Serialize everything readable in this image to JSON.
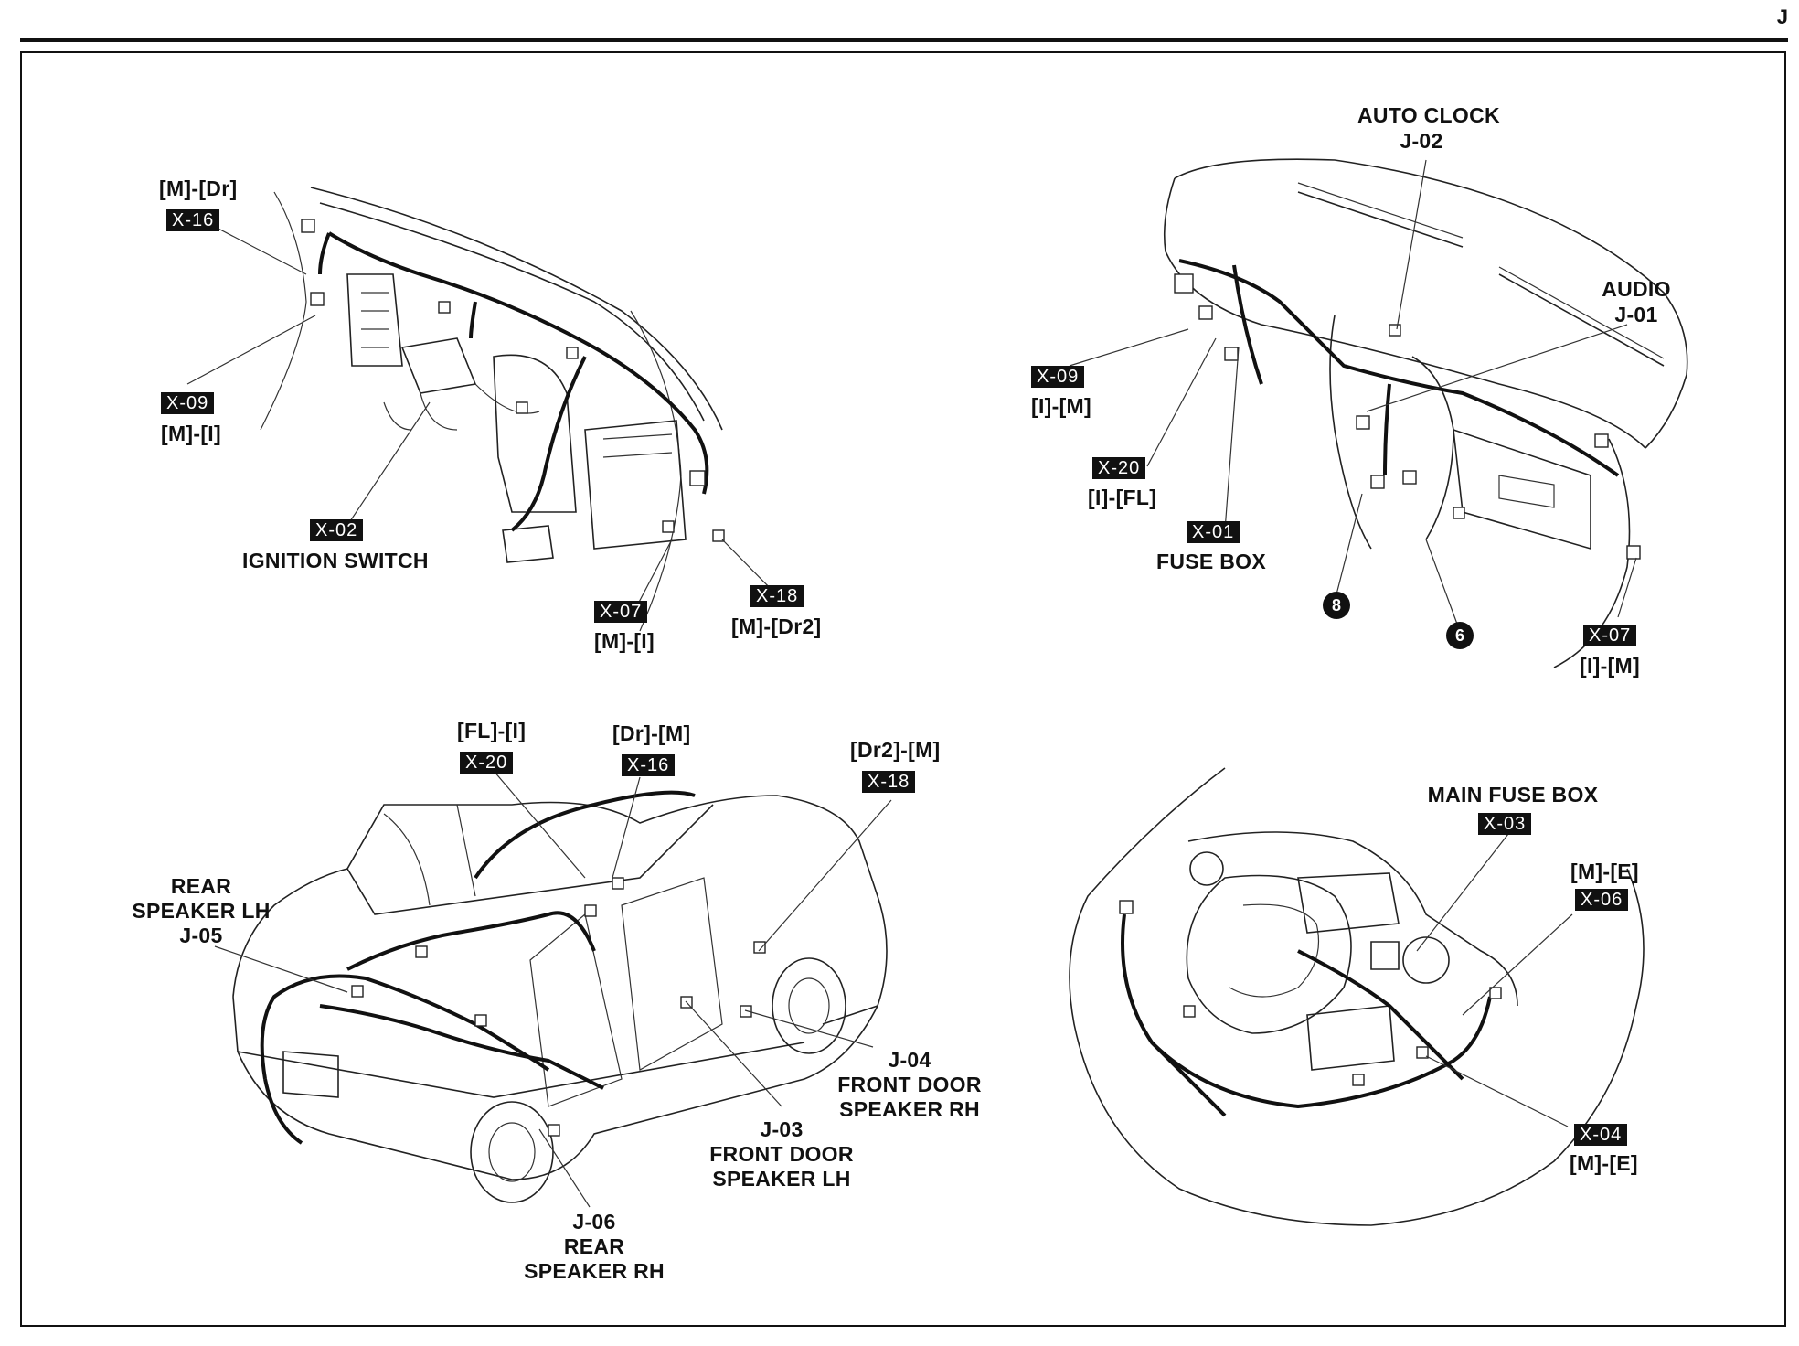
{
  "page": {
    "section_letter": "J"
  },
  "dashboard_left": {
    "x16": {
      "code": "[M]-[Dr]",
      "tag": "X-16"
    },
    "x09": {
      "tag": "X-09",
      "code": "[M]-[I]"
    },
    "x02": {
      "tag": "X-02",
      "name": "IGNITION SWITCH"
    },
    "x07": {
      "tag": "X-07",
      "code": "[M]-[I]"
    },
    "x18": {
      "tag": "X-18",
      "code": "[M]-[Dr2]"
    }
  },
  "dashboard_right": {
    "auto_clock": {
      "name": "AUTO CLOCK",
      "code": "J-02"
    },
    "audio": {
      "name": "AUDIO",
      "code": "J-01"
    },
    "x09": {
      "tag": "X-09",
      "code": "[I]-[M]"
    },
    "x20": {
      "tag": "X-20",
      "code": "[I]-[FL]"
    },
    "x01": {
      "tag": "X-01",
      "name": "FUSE BOX"
    },
    "x07": {
      "tag": "X-07",
      "code": "[I]-[M]"
    },
    "ground_8": "8",
    "ground_6": "6"
  },
  "car_body": {
    "x20": {
      "code": "[FL]-[I]",
      "tag": "X-20"
    },
    "x16": {
      "code": "[Dr]-[M]",
      "tag": "X-16"
    },
    "x18": {
      "code": "[Dr2]-[M]",
      "tag": "X-18"
    },
    "rear_speaker_lh": {
      "line1": "REAR",
      "line2": "SPEAKER LH",
      "code": "J-05"
    },
    "front_door_speaker_rh": {
      "code": "J-04",
      "line1": "FRONT DOOR",
      "line2": "SPEAKER RH"
    },
    "front_door_speaker_lh": {
      "code": "J-03",
      "line1": "FRONT DOOR",
      "line2": "SPEAKER LH"
    },
    "rear_speaker_rh": {
      "code": "J-06",
      "line1": "REAR",
      "line2": "SPEAKER RH"
    }
  },
  "engine_bay": {
    "main_fuse_box": {
      "name": "MAIN FUSE BOX",
      "tag": "X-03"
    },
    "x06": {
      "code": "[M]-[E]",
      "tag": "X-06"
    },
    "x04": {
      "tag": "X-04",
      "code": "[M]-[E]"
    }
  }
}
